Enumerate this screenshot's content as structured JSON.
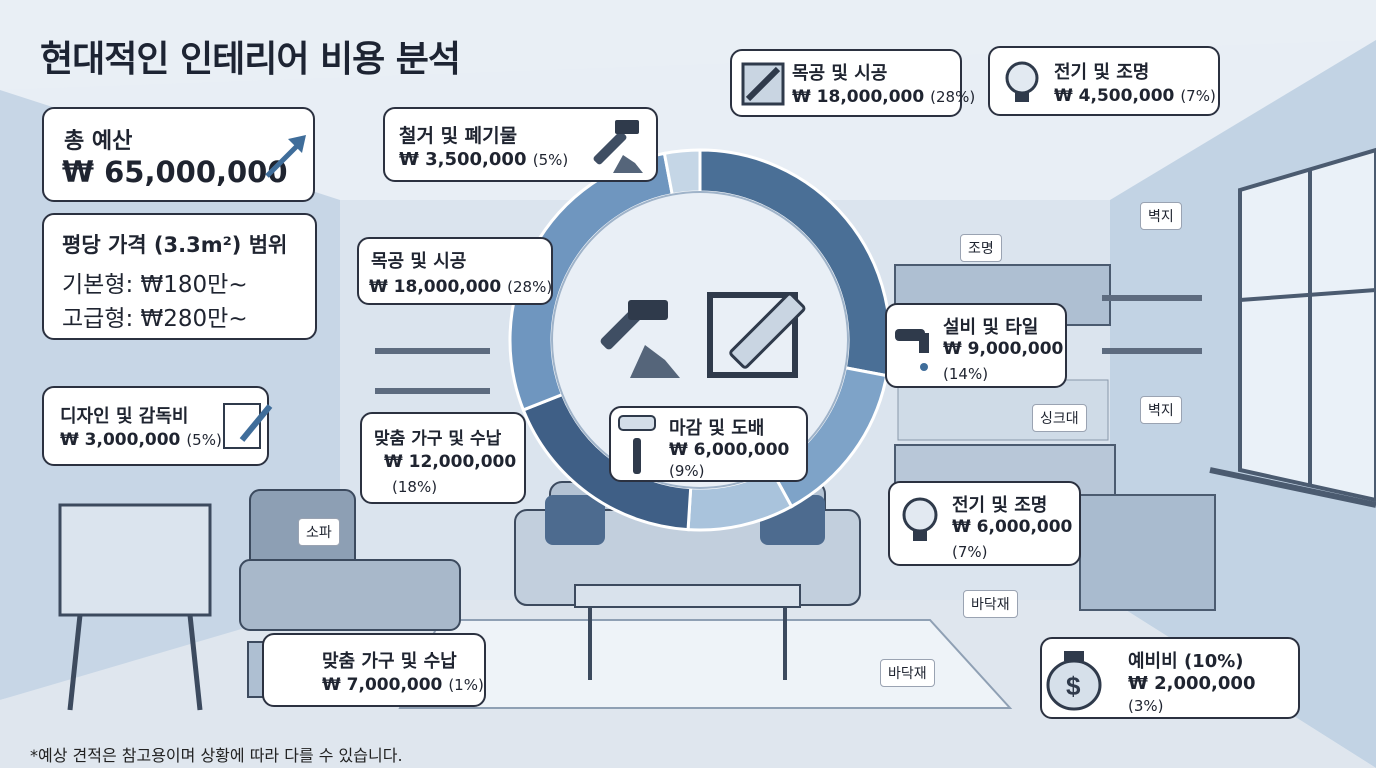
{
  "title": "현대적인 인테리어 비용 분석",
  "budget": {
    "label": "총 예산",
    "value": "₩ 65,000,000"
  },
  "per_pyeong": {
    "heading": "평당 가격 (3.3m²) 범위",
    "basic": "기본형: ₩180만~",
    "premium": "고급형: ₩280만~"
  },
  "callouts": {
    "demolition": {
      "name": "철거 및 폐기물",
      "amount": "₩ 3,500,000",
      "pct": "(5%)"
    },
    "carpentry_top": {
      "name": "목공 및 시공",
      "amount": "₩ 18,000,000",
      "pct": "(28%)"
    },
    "electric_top": {
      "name": "전기 및 조명",
      "amount": "₩ 4,500,000",
      "pct": "(7%)"
    },
    "carpentry_left": {
      "name": "목공 및 시공",
      "amount": "₩ 18,000,000",
      "pct": "(28%)"
    },
    "plumbing": {
      "name": "설비 및 타일",
      "amount": "₩ 9,000,000",
      "pct": "(14%)"
    },
    "design": {
      "name": "디자인 및 감독비",
      "amount": "₩ 3,000,000",
      "pct": "(5%)"
    },
    "custom_furniture": {
      "name": "맞춤 가구 및 수납",
      "amount": "₩ 12,000,000",
      "pct": "(18%)"
    },
    "finishing": {
      "name": "마감 및 도배",
      "amount": "₩ 6,000,000",
      "pct": "(9%)"
    },
    "electric_right": {
      "name": "전기 및 조명",
      "amount": "₩ 6,000,000",
      "pct": "(7%)"
    },
    "custom_furniture_small": {
      "name": "맞춤 가구 및 수납",
      "amount": "₩ 7,000,000",
      "pct": "(1%)"
    },
    "contingency": {
      "name": "예비비 (10%)",
      "amount": "₩ 2,000,000",
      "pct": "(3%)"
    }
  },
  "room_labels": {
    "wallpaper1": "벽지",
    "lighting": "조명",
    "sink": "싱크대",
    "wallpaper2": "벽지",
    "sofa": "소파",
    "floor1": "바닥재",
    "floor2": "바닥재"
  },
  "ring": {
    "segments": [
      {
        "color": "#4a6f96",
        "share": 28
      },
      {
        "color": "#7ea3c8",
        "share": 14
      },
      {
        "color": "#a9c3dc",
        "share": 9
      },
      {
        "color": "#3f5f86",
        "share": 18
      },
      {
        "color": "#6f96bf",
        "share": 28
      },
      {
        "color": "#c5d6e6",
        "share": 3
      }
    ]
  },
  "footnote": "*예상 견적은 참고용이며 상황에 따라 다를 수 있습니다.",
  "colors": {
    "accent": "#3f6d9a",
    "bg": "#e8eef5"
  },
  "icons": [
    "hammer-icon",
    "saw-icon",
    "bulb-icon",
    "faucet-icon",
    "paint-roller-icon",
    "pencil-icon",
    "money-bag-icon",
    "trend-arrow-icon"
  ]
}
